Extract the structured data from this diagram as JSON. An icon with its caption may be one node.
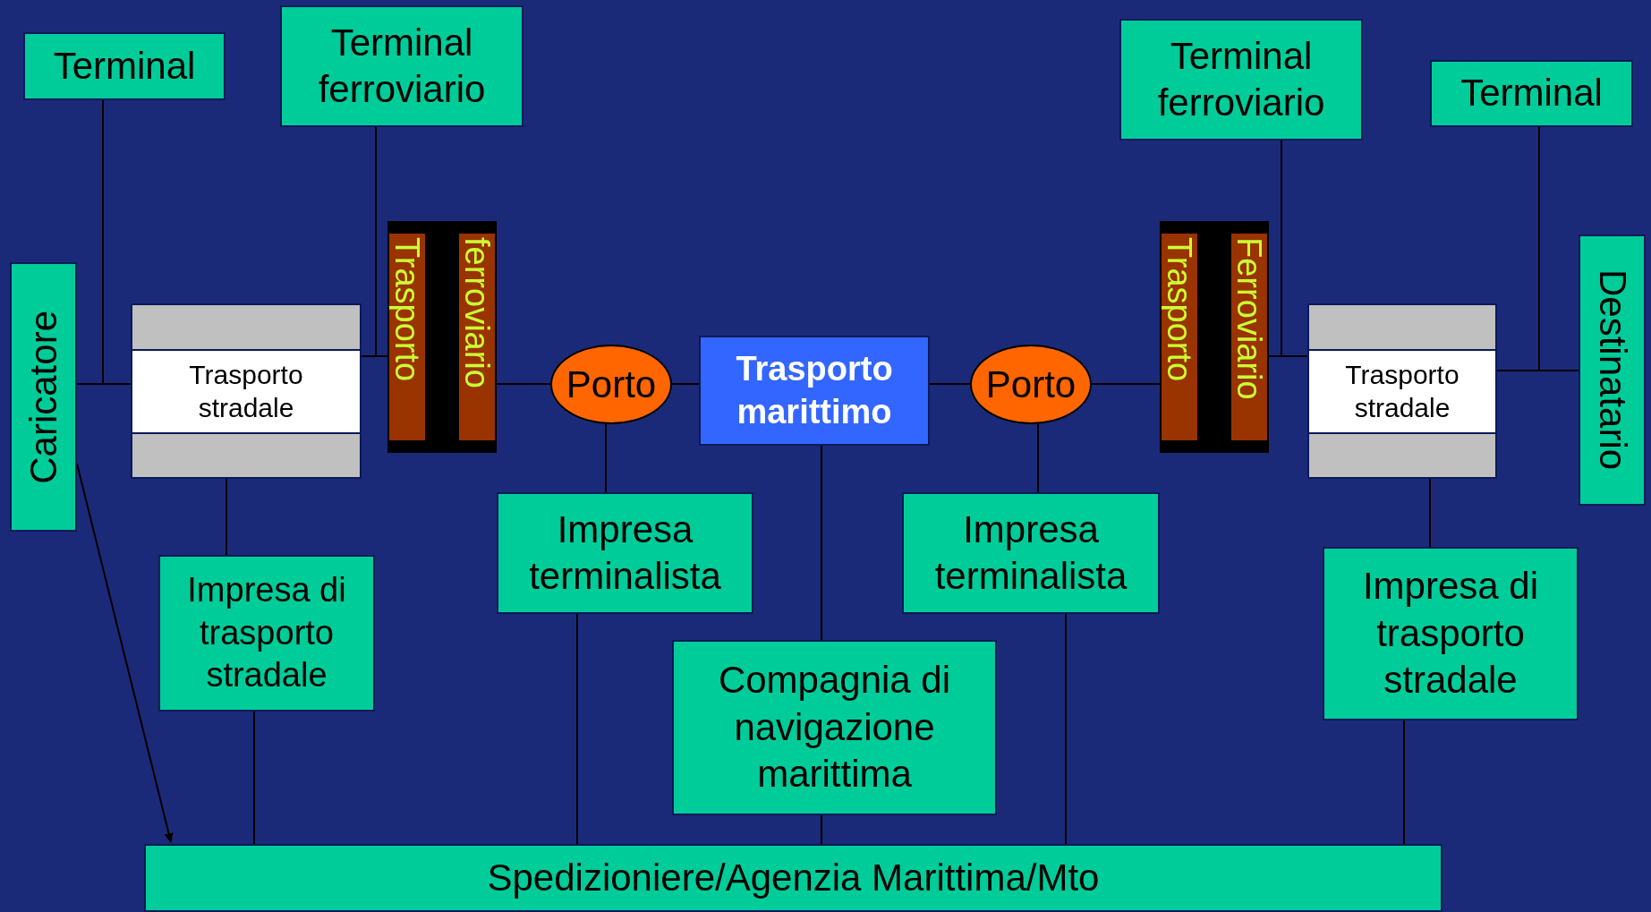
{
  "diagram": {
    "nodes": [
      {
        "text": [
          "Terminal"
        ]
      },
      {
        "text": [
          "Terminal ferroviario"
        ]
      },
      {
        "text": [
          "Terminal ferroviario"
        ]
      },
      {
        "text": [
          "Terminal"
        ]
      },
      {
        "text": [
          "Caricatore"
        ]
      },
      {
        "text": [
          "Trasporto stradale"
        ]
      },
      {
        "text": [
          "Trasporto",
          "ferroviario"
        ]
      },
      {
        "text": [
          "Porto"
        ]
      },
      {
        "text": [
          "Trasporto marittimo"
        ]
      },
      {
        "text": [
          "Porto"
        ]
      },
      {
        "text": [
          "Trasporto",
          "Ferroviario"
        ]
      },
      {
        "text": [
          "Trasporto stradale"
        ]
      },
      {
        "text": [
          "Destinatario"
        ]
      },
      {
        "text": [
          "Impresa terminalista"
        ]
      },
      {
        "text": [
          "Impresa terminalista"
        ]
      },
      {
        "text": [
          "Impresa di trasporto stradale"
        ]
      },
      {
        "text": [
          "Compagnia di navigazione marittima"
        ]
      },
      {
        "text": [
          "Impresa di trasporto stradale"
        ]
      },
      {
        "text": [
          "Spedizioniere/Agenzia Marittima/Mto"
        ]
      }
    ],
    "edges": [
      {
        "from": 0,
        "to": 4,
        "arrow": "none"
      },
      {
        "from": 4,
        "to": 5,
        "arrow": "none"
      },
      {
        "from": 1,
        "to": 6,
        "arrow": "none"
      },
      {
        "from": 5,
        "to": 6,
        "arrow": "none"
      },
      {
        "from": 6,
        "to": 7,
        "arrow": "none"
      },
      {
        "from": 7,
        "to": 8,
        "arrow": "none"
      },
      {
        "from": 8,
        "to": 9,
        "arrow": "none"
      },
      {
        "from": 9,
        "to": 10,
        "arrow": "none"
      },
      {
        "from": 10,
        "to": 11,
        "arrow": "none"
      },
      {
        "from": 2,
        "to": 11,
        "arrow": "none"
      },
      {
        "from": 11,
        "to": 12,
        "arrow": "none"
      },
      {
        "from": 3,
        "to": 12,
        "arrow": "none"
      },
      {
        "from": 5,
        "to": 15,
        "arrow": "none"
      },
      {
        "from": 7,
        "to": 13,
        "arrow": "none"
      },
      {
        "from": 8,
        "to": 16,
        "arrow": "none"
      },
      {
        "from": 9,
        "to": 14,
        "arrow": "none"
      },
      {
        "from": 11,
        "to": 17,
        "arrow": "none"
      },
      {
        "from": 15,
        "to": 18,
        "arrow": "none"
      },
      {
        "from": 13,
        "to": 18,
        "arrow": "none"
      },
      {
        "from": 16,
        "to": 18,
        "arrow": "none"
      },
      {
        "from": 14,
        "to": 18,
        "arrow": "none"
      },
      {
        "from": 17,
        "to": 18,
        "arrow": "none"
      },
      {
        "from": 4,
        "to": 18,
        "arrow": "to"
      }
    ]
  }
}
